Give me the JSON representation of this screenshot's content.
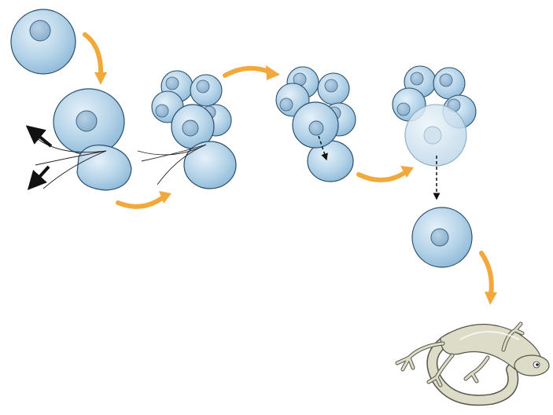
{
  "colors": {
    "background": "#ffffff",
    "cell_light": "#e6f1fa",
    "cell_mid": "#b4d3e8",
    "cell_dark": "#8db8d8",
    "cell_outline": "#2c4e6b",
    "nucleus_fill": "#98bbd6",
    "nucleus_outline": "#3b6384",
    "faded_cell": "#cfe2ef",
    "arrow_orange": "#f2a93b",
    "arrow_black": "#111111",
    "thread": "#222222",
    "salamander_body": "#dcdcc8",
    "salamander_outline": "#555548"
  },
  "stages": [
    {
      "id": "single-cell",
      "description_icon": "cell-icon"
    },
    {
      "id": "cell-pinching",
      "description_icon": "dividing-cell-icon"
    },
    {
      "id": "embryo-separation",
      "description_icon": "cell-cluster-icon"
    },
    {
      "id": "nucleus-transfer",
      "description_icon": "cell-cluster-icon"
    },
    {
      "id": "nucleus-removal",
      "description_icon": "cell-cluster-icon"
    },
    {
      "id": "new-cell",
      "description_icon": "cell-icon"
    },
    {
      "id": "salamander",
      "description_icon": "salamander-icon"
    }
  ]
}
